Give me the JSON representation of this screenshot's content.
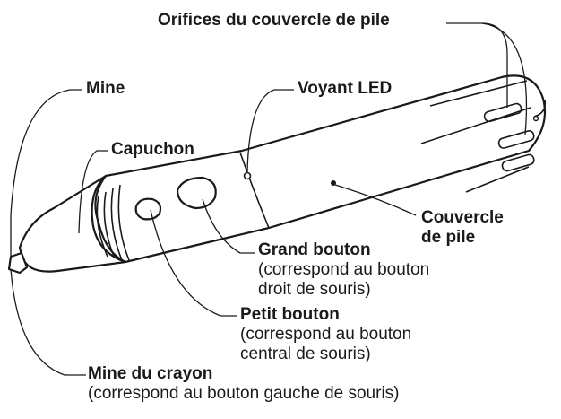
{
  "labels": {
    "battery_holes": "Orifices du couvercle de pile",
    "lead": "Mine",
    "led": "Voyant LED",
    "cap": "Capuchon",
    "battery_cover_line1": "Couvercle",
    "battery_cover_line2": "de pile",
    "big_button": "Grand bouton",
    "big_button_desc_line1": "(correspond au bouton",
    "big_button_desc_line2": "droit de souris)",
    "small_button": "Petit bouton",
    "small_button_desc_line1": "(correspond au bouton",
    "small_button_desc_line2": "central de souris)",
    "pen_tip": "Mine du crayon",
    "pen_tip_desc": "(correspond au bouton gauche de souris)"
  },
  "colors": {
    "ink": "#1a1a1a",
    "background": "#ffffff"
  }
}
